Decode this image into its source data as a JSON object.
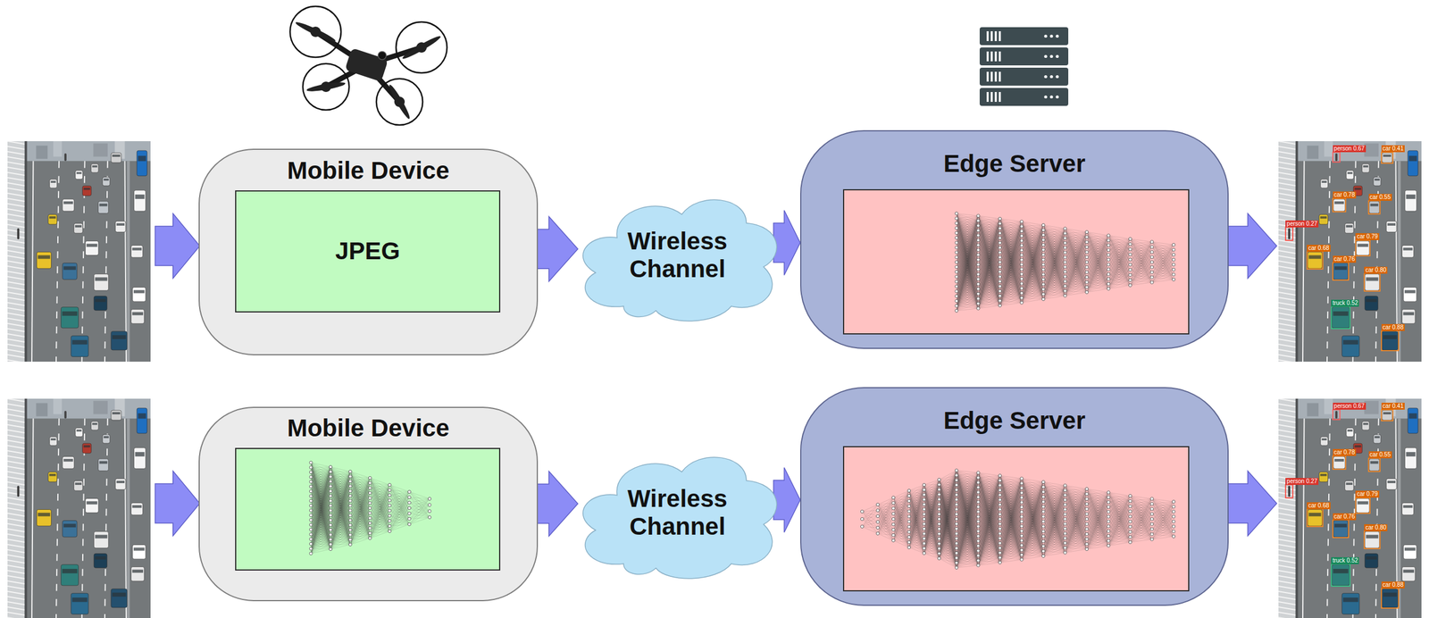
{
  "diagram": {
    "nodes": [
      {
        "text": [
          "Mobile Device"
        ]
      },
      {
        "text": [
          "JPEG"
        ],
        "in": 0
      },
      {
        "text": [
          "Wireless Channel"
        ]
      },
      {
        "text": [
          "Edge Server"
        ]
      },
      {
        "text": [
          "Mobile Device"
        ]
      },
      {
        "text": [
          "Wireless Channel"
        ]
      },
      {
        "text": [
          "Edge Server"
        ]
      }
    ],
    "edges": [
      {
        "from": 0,
        "to": 2,
        "arrow": "to"
      },
      {
        "from": 2,
        "to": 3,
        "arrow": "to"
      },
      {
        "from": 4,
        "to": 5,
        "arrow": "to"
      },
      {
        "from": 5,
        "to": 6,
        "arrow": "to"
      }
    ],
    "labels": [
      "person 0.67",
      "car 0.41",
      "car 0.78",
      "car 0.55",
      "person 0.27",
      "car 0.79",
      "car 0.68",
      "car 0.76",
      "car 0.80",
      "truck 0.52",
      "car 0.88",
      "person 0.67",
      "car 0.41",
      "car 0.78",
      "car 0.55",
      "person 0.27",
      "car 0.79",
      "car 0.68",
      "car 0.76",
      "car 0.80",
      "truck 0.52",
      "car 0.88"
    ]
  }
}
